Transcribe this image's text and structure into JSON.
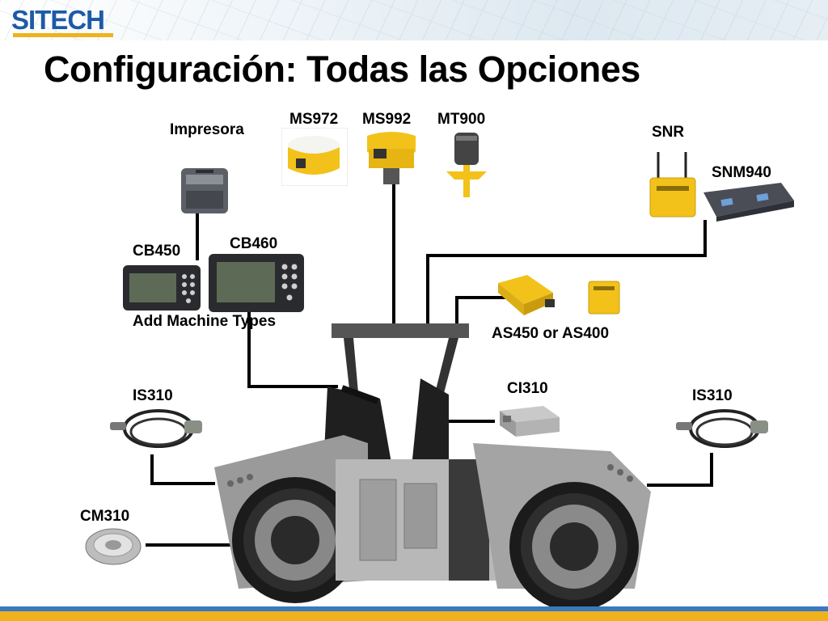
{
  "brand": {
    "logo_text": "SITECH"
  },
  "slide": {
    "title": "Configuración: Todas las Opciones"
  },
  "labels": {
    "impresora": "Impresora",
    "ms972": "MS972",
    "ms992": "MS992",
    "mt900": "MT900",
    "snr": "SNR",
    "snm940": "SNM940",
    "cb450": "CB450",
    "cb460": "CB460",
    "add_machine_types": "Add Machine Types",
    "as450_as400": "AS450 or AS400",
    "ci310": "CI310",
    "is310_left": "IS310",
    "is310_right": "IS310",
    "cm310": "CM310"
  },
  "colors": {
    "brand_blue": "#1d5aa6",
    "brand_yellow": "#f0b21c",
    "trimble_yellow": "#f2c21a"
  }
}
